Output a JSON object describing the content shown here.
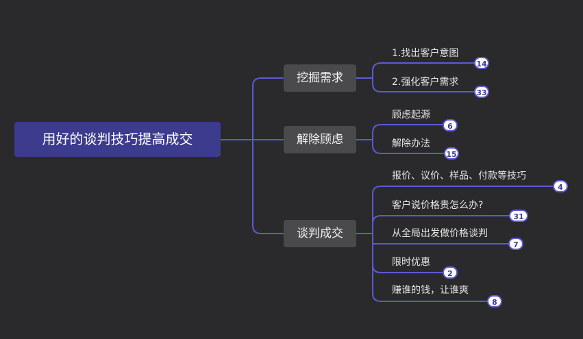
{
  "root": {
    "label": "用好的谈判技巧提高成交"
  },
  "branches": [
    {
      "label": "挖掘需求",
      "children": [
        {
          "label": "1.找出客户意图",
          "count": "14"
        },
        {
          "label": "2.强化客户需求",
          "count": "33"
        }
      ]
    },
    {
      "label": "解除顾虑",
      "children": [
        {
          "label": "顾虑起源",
          "count": "6"
        },
        {
          "label": "解除办法",
          "count": "15"
        }
      ]
    },
    {
      "label": "谈判成交",
      "children": [
        {
          "label": "报价、议价、样品、付款等技巧",
          "count": "4"
        },
        {
          "label": "客户说价格贵怎么办?",
          "count": "31"
        },
        {
          "label": "从全局出发做价格谈判",
          "count": "7"
        },
        {
          "label": "限时优惠",
          "count": "2"
        },
        {
          "label": "赚谁的钱，让谁爽",
          "count": "8"
        }
      ]
    }
  ],
  "colors": {
    "background": "#2a2a2c",
    "root_fill": "#3c3b8e",
    "branch_fill": "#4a4a4c",
    "connector": "#5b5bd6",
    "badge_text": "#3c3b8e"
  }
}
